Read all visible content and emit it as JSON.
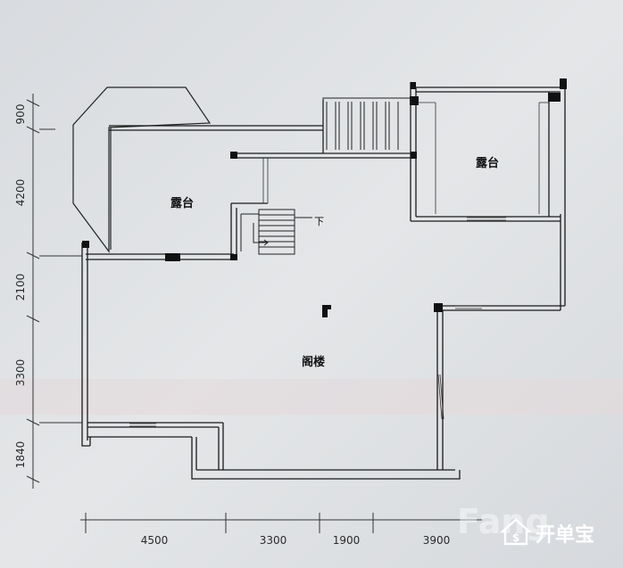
{
  "plan": {
    "labels": {
      "terrace_left": "露台",
      "terrace_right": "露台",
      "attic": "阁楼",
      "stair_down": "下"
    },
    "dims_left": [
      "900",
      "4200",
      "2100",
      "3300",
      "1840"
    ],
    "dims_bottom": [
      "4500",
      "3300",
      "1900",
      "3900"
    ]
  },
  "watermark": {
    "faint_text": "Fang",
    "brand_text": "开单宝",
    "icon": "dollar-house-icon"
  }
}
